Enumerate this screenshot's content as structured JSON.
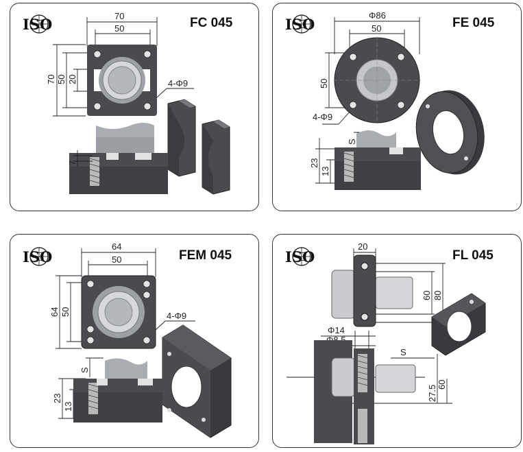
{
  "panels": [
    {
      "code": "FC 045",
      "iso": "ISO",
      "dims": {
        "top_outer": "70",
        "top_inner": "50",
        "left_outer": "70",
        "left_mid": "50",
        "left_inner": "20",
        "holes": "4-Φ9",
        "depth": "7"
      }
    },
    {
      "code": "FE 045",
      "iso": "ISO",
      "dims": {
        "top_outer": "Φ86",
        "top_inner": "50",
        "left": "50",
        "holes": "4-Φ9",
        "stroke": "S",
        "left_outer": "23",
        "left_inner": "13"
      }
    },
    {
      "code": "FEM 045",
      "iso": "ISO",
      "dims": {
        "top_outer": "64",
        "top_inner": "50",
        "left_outer": "64",
        "left_inner": "50",
        "holes": "4-Φ9",
        "stroke": "S",
        "bottom_outer": "23",
        "bottom_inner": "13"
      }
    },
    {
      "code": "FL 045",
      "iso": "ISO",
      "dims": {
        "width": "20",
        "right_inner": "60",
        "right_outer": "80",
        "bore": "Φ14",
        "counter": "Φ8.5",
        "stroke": "S",
        "bottom_right1": "60",
        "bottom_right2": "27.5"
      }
    }
  ],
  "colors": {
    "border": "#333333",
    "metal_dark": "#4a4a4f",
    "metal_light": "#c8cacd",
    "bg": "#ffffff"
  }
}
